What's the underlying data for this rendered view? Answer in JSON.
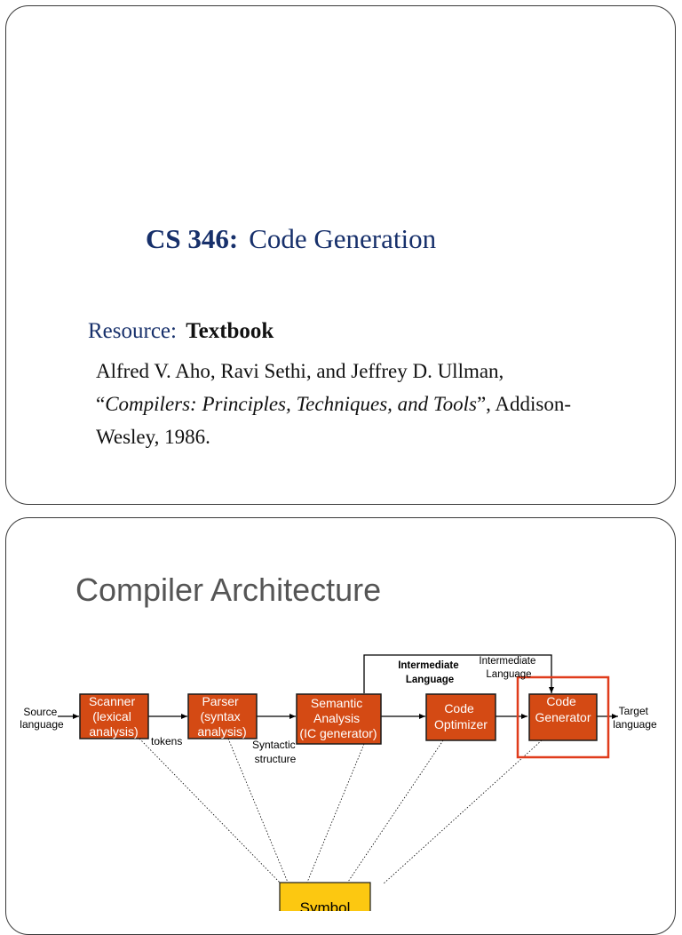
{
  "slide1": {
    "title": {
      "code": "CS 346:",
      "rest": "Code Generation"
    },
    "resource": {
      "label": "Resource:",
      "value": "Textbook"
    },
    "reference": {
      "authors": "Alfred V. Aho, Ravi Sethi, and Jeffrey D. Ullman,",
      "quote_open": "“",
      "book": "Compilers: Principles, Techniques, and Tools",
      "quote_close": "”",
      "publisher": ", Addison-Wesley, 1986."
    }
  },
  "slide2": {
    "title": "Compiler Architecture",
    "diagram": {
      "source_language": [
        "Source",
        "language"
      ],
      "target_language": [
        "Target",
        "language"
      ],
      "scanner": [
        "Scanner",
        "(lexical",
        "analysis)"
      ],
      "parser": [
        "Parser",
        "(syntax",
        "analysis)"
      ],
      "semantic": [
        "Semantic",
        "Analysis",
        "(IC generator)"
      ],
      "optimizer": [
        "Code",
        "Optimizer"
      ],
      "generator": [
        "Code",
        "Generator"
      ],
      "tokens": "tokens",
      "syntactic_structure": [
        "Syntactic",
        "structure"
      ],
      "intermediate_bold": [
        "Intermediate",
        "Language"
      ],
      "intermediate_plain": [
        "Intermediate",
        "Language"
      ],
      "symbol_table": "Symbol",
      "colors": {
        "box": "#d44a14",
        "symbol_table": "#fcc811",
        "highlight": "#e03c1c",
        "title": "#17306b"
      }
    }
  }
}
